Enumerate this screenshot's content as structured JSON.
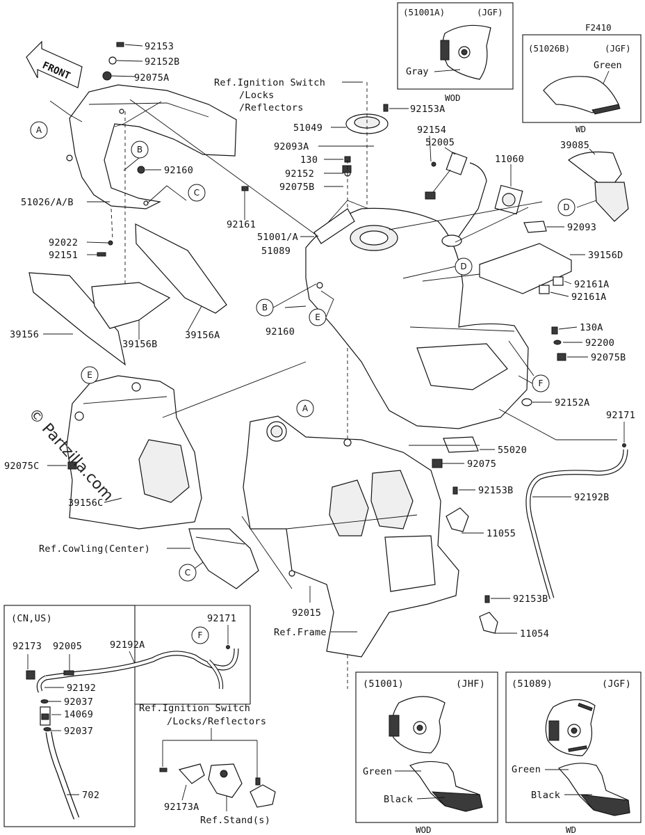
{
  "diagram_id": "F2410",
  "front_arrow": "FRONT",
  "watermark": "© Partzilla.com",
  "callout_letters": [
    "A",
    "B",
    "C",
    "D",
    "E",
    "F"
  ],
  "labels": {
    "p92153": "92153",
    "p92152B": "92152B",
    "p92075A": "92075A",
    "p92160a": "92160",
    "p51026": "51026/A/B",
    "p92022": "92022",
    "p92151": "92151",
    "p39156": "39156",
    "p39156B": "39156B",
    "p39156A": "39156A",
    "p92161": "92161",
    "ref_ign1": "Ref.Ignition Switch",
    "ref_ign2": "/Locks",
    "ref_ign3": "/Reflectors",
    "p92153A": "92153A",
    "p51049": "51049",
    "p92093A": "92093A",
    "p130": "130",
    "p92152": "92152",
    "p92075B": "92075B",
    "p51001A": "51001/A",
    "p51089": "51089",
    "p92154": "92154",
    "p52005": "52005",
    "p11060": "11060",
    "p39085": "39085",
    "p92093": "92093",
    "p39156D": "39156D",
    "p92161A1": "92161A",
    "p92161A2": "92161A",
    "p92160b": "92160",
    "p130A": "130A",
    "p92200": "92200",
    "p92075B2": "92075B",
    "p92152A": "92152A",
    "p92171a": "92171",
    "p55020": "55020",
    "p92075": "92075",
    "p92192B": "92192B",
    "p92075C": "92075C",
    "p39156C": "39156C",
    "p92153B1": "92153B",
    "p11055": "11055",
    "ref_cowl": "Ref.Cowling(Center)",
    "p92015": "92015",
    "p92153B2": "92153B",
    "ref_frame": "Ref.Frame",
    "p11054": "11054"
  },
  "inset_gray": {
    "part": "(51001A)",
    "region": "(JGF)",
    "color": "Gray",
    "caption": "WOD"
  },
  "inset_green": {
    "part": "(51026B)",
    "region": "(JGF)",
    "color": "Green",
    "caption": "WD"
  },
  "inset_cnus": {
    "region": "(CN,US)",
    "labels": [
      "92171",
      "92173",
      "92005",
      "92192A",
      "92192",
      "92037",
      "14069",
      "92037",
      "702"
    ]
  },
  "ref_ign_lower": {
    "line1": "Ref.Ignition Switch",
    "line2": "/Locks/Reflectors",
    "p92173A": "92173A",
    "ref_stand": "Ref.Stand(s)"
  },
  "inset_jhf": {
    "part": "(51001)",
    "region": "(JHF)",
    "c1": "Green",
    "c2": "Black",
    "caption": "WOD"
  },
  "inset_jgf": {
    "part": "(51089)",
    "region": "(JGF)",
    "c1": "Green",
    "c2": "Black",
    "caption": "WD"
  }
}
